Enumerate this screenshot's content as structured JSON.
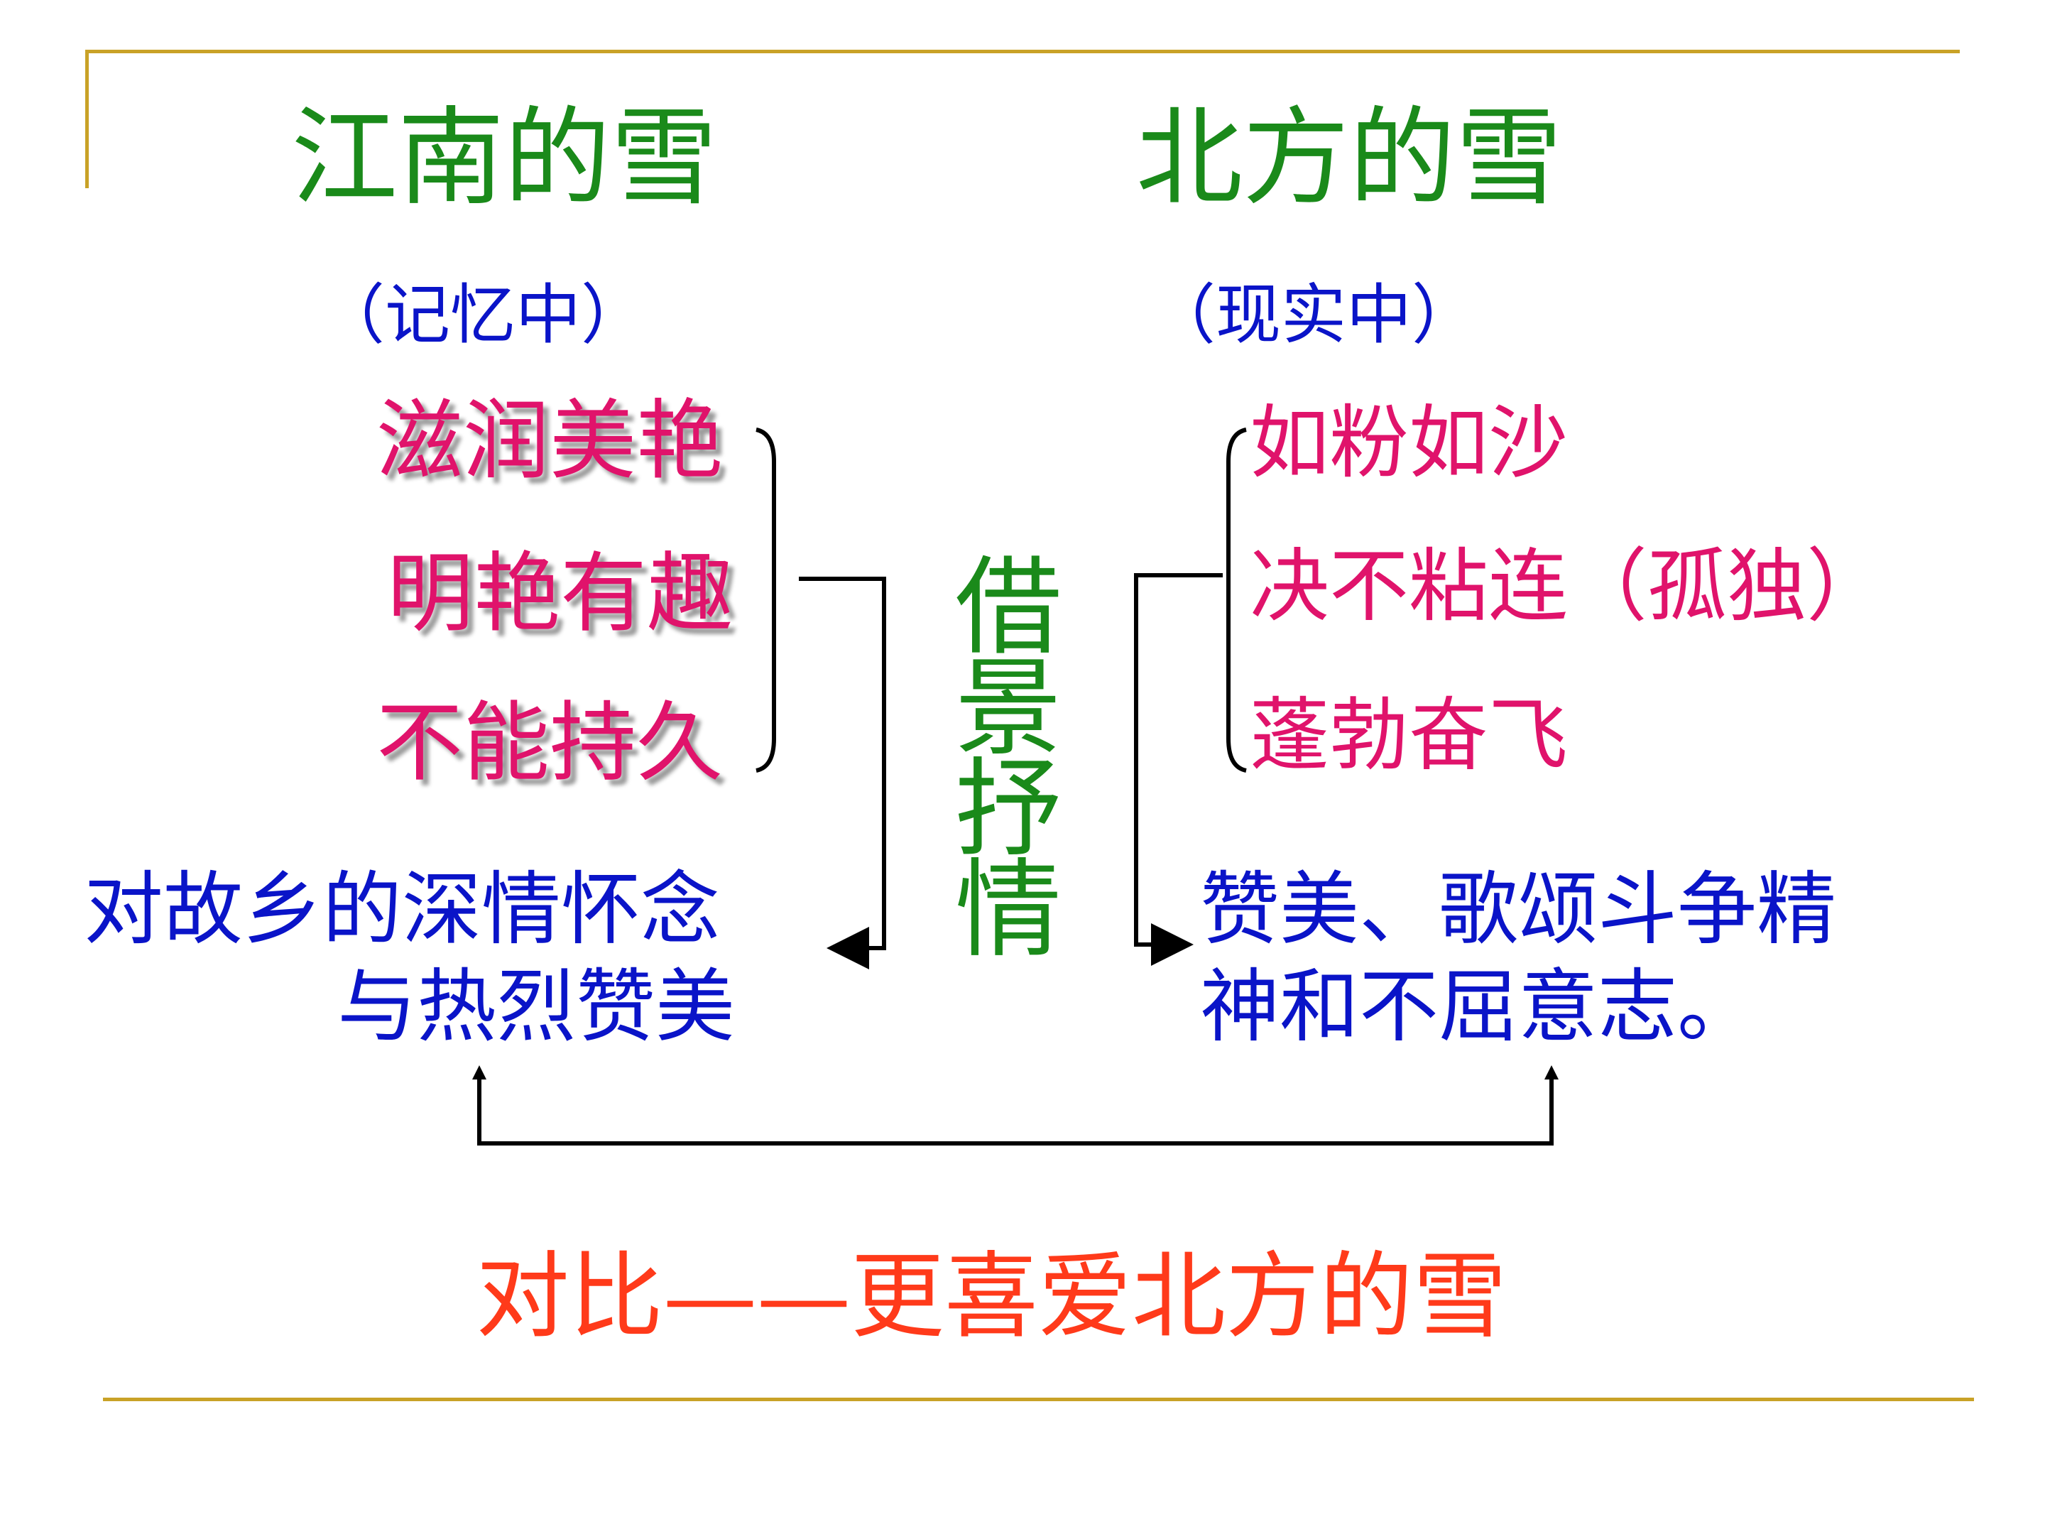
{
  "left": {
    "title": "江南的雪",
    "subtitle": "（记忆中）",
    "traits": [
      "滋润美艳",
      "明艳有趣",
      "不能持久"
    ],
    "feeling_line1": "对故乡的深情怀念",
    "feeling_line2": "与热烈赞美"
  },
  "right": {
    "title": "北方的雪",
    "subtitle": "（现实中）",
    "traits": [
      "如粉如沙",
      "决不粘连（孤独）",
      "蓬勃奋飞"
    ],
    "feeling_line1": "赞美、歌颂斗争精",
    "feeling_line2": "神和不屈意志。"
  },
  "center": {
    "chars": [
      "借",
      "景",
      "抒",
      "情"
    ]
  },
  "conclusion": "对比——更喜爱北方的雪",
  "colors": {
    "green": "#1a8a1a",
    "blue": "#0a14c8",
    "pink": "#e0136b",
    "orange": "#ff3a1a",
    "rule": "#c9a227"
  }
}
